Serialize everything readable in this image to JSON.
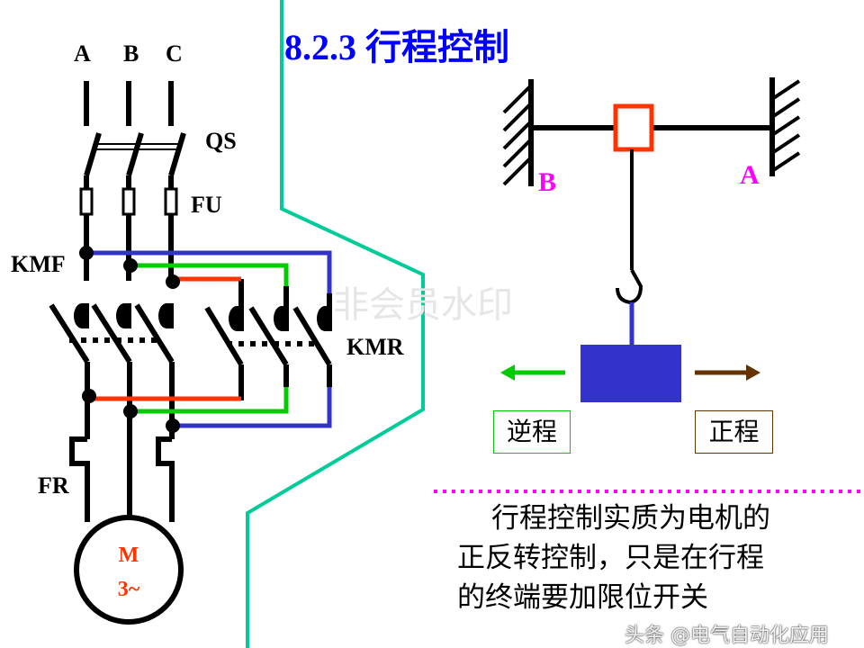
{
  "title": "8.2.3  行程控制",
  "circuit": {
    "phases": [
      "A",
      "B",
      "C"
    ],
    "labels": {
      "qs": "QS",
      "fu": "FU",
      "kmf": "KMF",
      "kmr": "KMR",
      "fr": "FR"
    },
    "motor": {
      "line1": "M",
      "line2": "3~"
    }
  },
  "travel": {
    "left_stop": "B",
    "right_stop": "A",
    "reverse_label": "逆程",
    "forward_label": "正程"
  },
  "description": [
    "行程控制实质为电机的",
    "正反转控制，只是在行程",
    "的终端要加限位开关"
  ],
  "watermarks": {
    "center": "非会员水印",
    "corner": "头条 @电气自动化应用"
  },
  "colors": {
    "title": "#0000ff",
    "red": "#ff3300",
    "green": "#00cc00",
    "blue": "#3333cc",
    "teal": "#00cc99",
    "magenta": "#ff00ff",
    "brown": "#663300"
  }
}
